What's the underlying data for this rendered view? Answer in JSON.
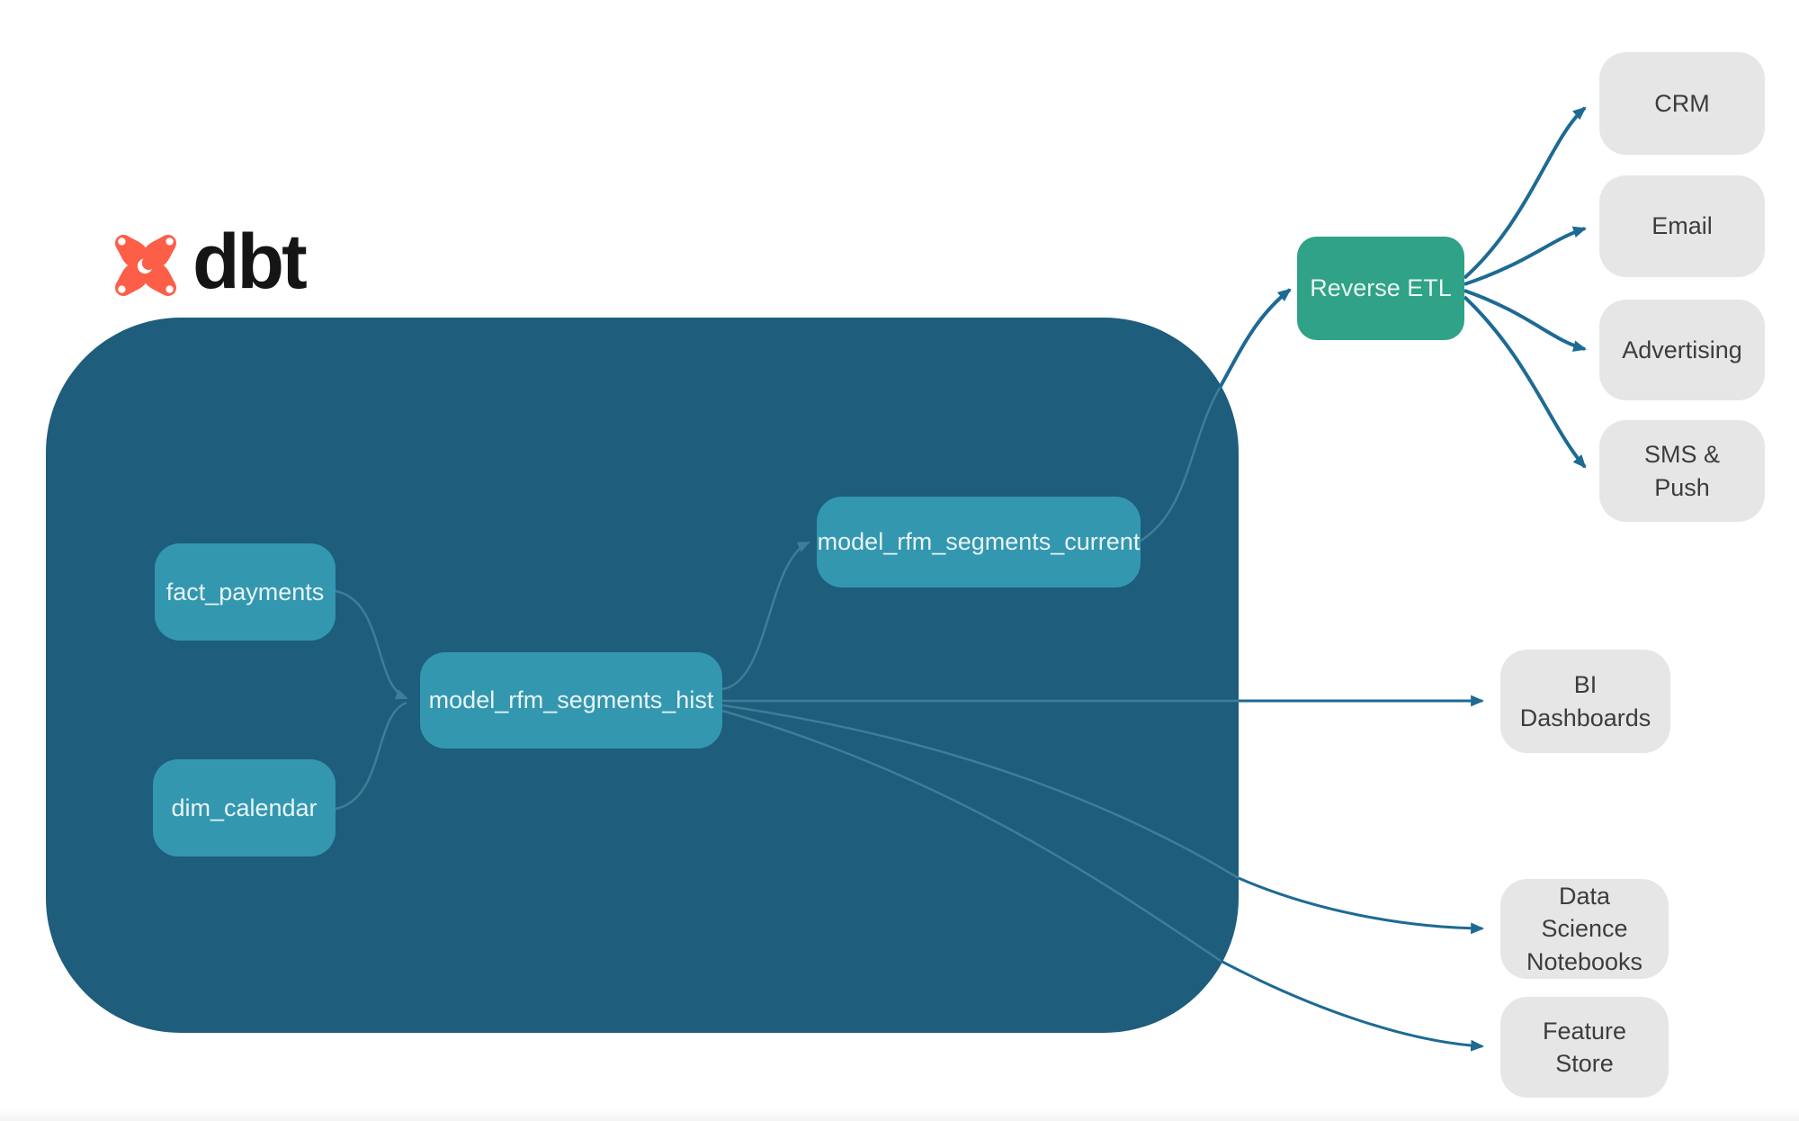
{
  "brand": {
    "name": "dbt"
  },
  "colors": {
    "warehouse_container": "#1e5d7c",
    "model_node": "#3397b0",
    "reverse_etl_node": "#2fa287",
    "destination_node": "#e6e6e6",
    "edge_dark": "#1d6a94",
    "edge_light": "#3f7e98",
    "logo_orange": "#fc5e48"
  },
  "warehouse": {
    "nodes": [
      {
        "id": "fact_payments",
        "label": "fact_payments"
      },
      {
        "id": "dim_calendar",
        "label": "dim_calendar"
      },
      {
        "id": "model_rfm_segments_hist",
        "label": "model_rfm_segments_hist"
      },
      {
        "id": "model_rfm_segments_current",
        "label": "model_rfm_segments_current"
      }
    ]
  },
  "reverse_etl": {
    "label": "Reverse ETL"
  },
  "destinations": [
    {
      "label": "CRM"
    },
    {
      "label": "Email"
    },
    {
      "label": "Advertising"
    },
    {
      "label": "SMS & Push"
    }
  ],
  "outputs": [
    {
      "label": "BI Dashboards"
    },
    {
      "label": "Data Science Notebooks"
    },
    {
      "label": "Feature Store"
    }
  ]
}
